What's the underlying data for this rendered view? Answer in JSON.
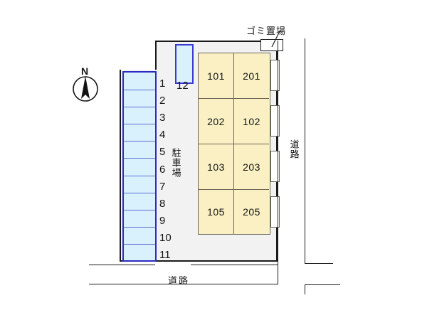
{
  "diagram": {
    "title": "apartment-site-parking-layout",
    "compass": {
      "label": "N",
      "icon": "north-arrow-icon"
    },
    "labels": {
      "garbage_area": "ゴミ置場",
      "parking_lot": "駐車場",
      "road_right": "道路",
      "road_bottom": "道路"
    },
    "parking": {
      "stalls_column": [
        "1",
        "2",
        "3",
        "4",
        "5",
        "6",
        "7",
        "8",
        "9",
        "10",
        "11"
      ],
      "detached_stall": "12",
      "stall_fill": "#d9f0fd",
      "stall_border": "#2b2bc0"
    },
    "building": {
      "unit_fill": "#faf0c4",
      "unit_border": "#6b6455",
      "rows": [
        {
          "cells": [
            "101",
            "201"
          ]
        },
        {
          "cells": [
            "202",
            "102"
          ]
        },
        {
          "cells": [
            "103",
            "203"
          ]
        },
        {
          "cells": [
            "105",
            "205"
          ]
        }
      ],
      "balconies": [
        "balcony-1",
        "balcony-2",
        "balcony-3",
        "balcony-4"
      ]
    },
    "colors": {
      "site_fill": "#f2f2f2",
      "outline": "#1a1a1a",
      "background": "#ffffff"
    }
  }
}
